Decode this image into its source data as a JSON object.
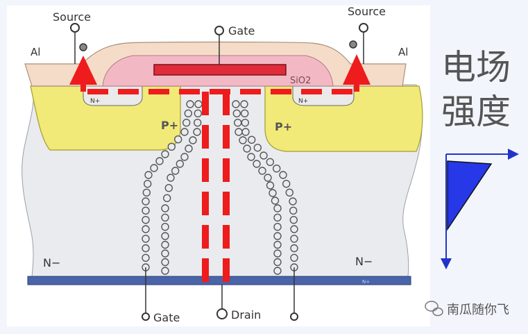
{
  "diagram": {
    "terminals": {
      "source_left": "Source",
      "source_right": "Source",
      "gate_top": "Gate",
      "gate_bottom": "Gate",
      "drain": "Drain"
    },
    "materials": {
      "al_left": "Al",
      "al_right": "Al",
      "oxide": "SiO2",
      "n_plus_left": "N+",
      "n_plus_right": "N+",
      "p_left": "P+",
      "p_right": "P+",
      "n_minus_left": "N−",
      "n_minus_right": "N−",
      "substrate": "N+"
    }
  },
  "side_label": {
    "line1": "电场",
    "line2": "强度"
  },
  "watermark": {
    "text": "南瓜随你飞",
    "icon": "wechat-icon"
  },
  "colors": {
    "p_region": "#f2ea78",
    "n_region": "#e9ebee",
    "oxide": "#f2b9c5",
    "gate_electrode": "#e02b3a",
    "metal": "#f5dcc8",
    "substrate": "#4a64a8",
    "current_path": "#ee1c1c",
    "field_triangle": "#2738e8"
  }
}
